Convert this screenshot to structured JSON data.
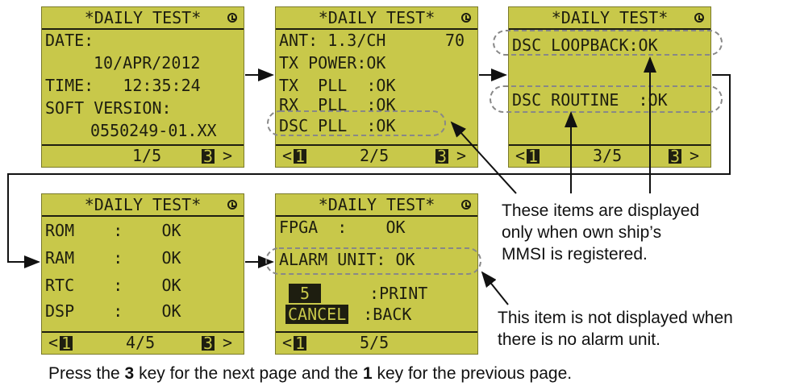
{
  "header": "*DAILY TEST*",
  "screens": [
    {
      "lines": [
        "DATE:",
        "10/APR/2012",
        "TIME:   12:35:24",
        "SOFT VERSION:",
        "0550249-01.XX"
      ],
      "footer": {
        "page": "1/5",
        "next_key": "3",
        "next_arrow": ">"
      }
    },
    {
      "lines": [
        "ANT: 1.3/CH",
        "70",
        "TX POWER:OK",
        "TX  PLL  :OK",
        "RX  PLL  :OK",
        "DSC PLL  :OK"
      ],
      "footer": {
        "prev_arrow": "<",
        "prev_key": "1",
        "page": "2/5",
        "next_key": "3",
        "next_arrow": ">"
      }
    },
    {
      "lines": [
        "DSC LOOPBACK:OK",
        "DSC ROUTINE  :OK"
      ],
      "footer": {
        "prev_arrow": "<",
        "prev_key": "1",
        "page": "3/5",
        "next_key": "3",
        "next_arrow": ">"
      }
    },
    {
      "lines": [
        "ROM    :    OK",
        "RAM    :    OK",
        "RTC    :    OK",
        "DSP    :    OK"
      ],
      "footer": {
        "prev_arrow": "<",
        "prev_key": "1",
        "page": "4/5",
        "next_key": "3",
        "next_arrow": ">"
      }
    },
    {
      "lines": [
        "FPGA  :    OK",
        "ALARM UNIT: OK"
      ],
      "softkeys": [
        {
          "key": "5",
          "label": ":PRINT"
        },
        {
          "key": "CANCEL",
          "label": ":BACK"
        }
      ],
      "footer": {
        "prev_arrow": "<",
        "prev_key": "1",
        "page": "5/5"
      }
    }
  ],
  "notes": {
    "mmsi": [
      "These items are displayed",
      "only when own ship’s",
      "MMSI is registered."
    ],
    "alarm": [
      "This item is not displayed when",
      "there is no alarm unit."
    ]
  },
  "caption": {
    "pre": "Press the ",
    "key1": "3",
    "mid": " key for the next page and the ",
    "key2": "1",
    "post": " key for the previous page."
  }
}
